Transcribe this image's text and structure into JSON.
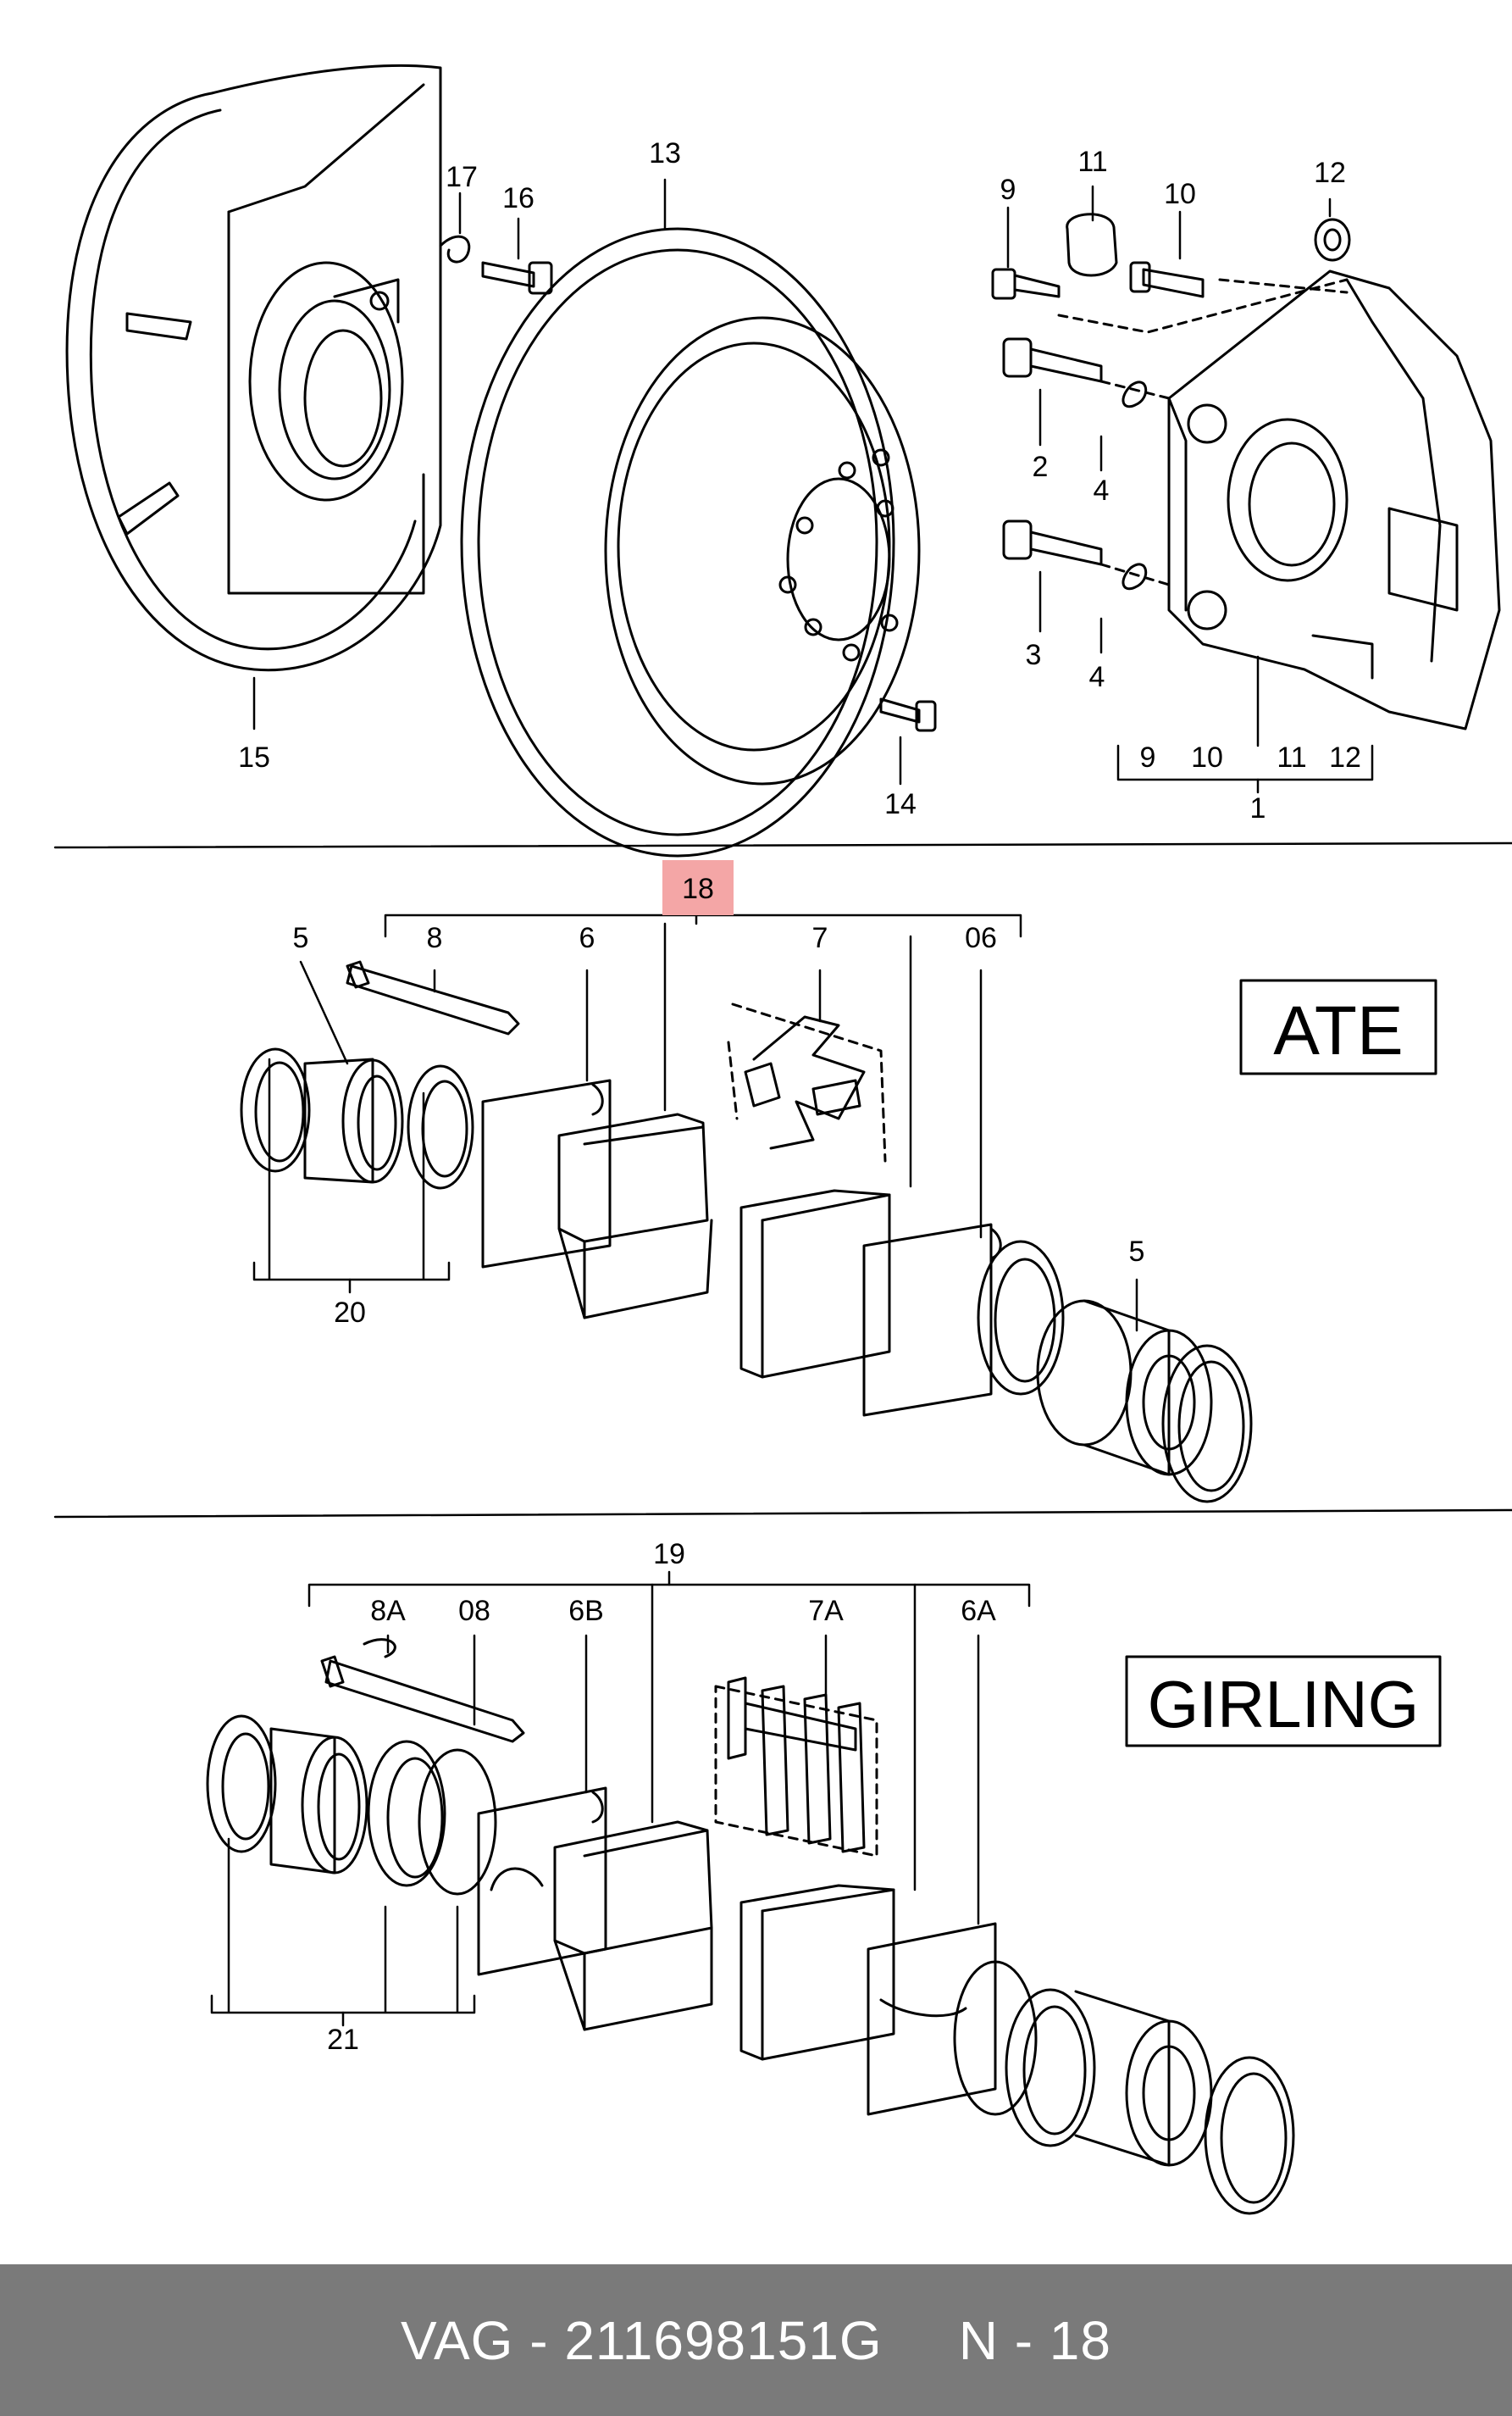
{
  "diagram": {
    "callouts_top": {
      "c13": "13",
      "c17": "17",
      "c16": "16",
      "c15": "15",
      "c14": "14",
      "c9": "9",
      "c11": "11",
      "c10": "10",
      "c12": "12",
      "c2": "2",
      "c4a": "4",
      "c3": "3",
      "c4b": "4",
      "g9": "9",
      "g10": "10",
      "g11": "11",
      "g12": "12",
      "c1": "1"
    },
    "callouts_ate": {
      "c18": "18",
      "c5a": "5",
      "c8": "8",
      "c6": "6",
      "c7": "7",
      "c06": "06",
      "c5b": "5",
      "c20": "20"
    },
    "callouts_girling": {
      "c19": "19",
      "c8A": "8A",
      "c08": "08",
      "c6B": "6B",
      "c7A": "7A",
      "c6A": "6A",
      "c21": "21"
    },
    "brand_ate": "ATE",
    "brand_girling": "GIRLING",
    "highlight_color": "#f4a6a6"
  },
  "footer": {
    "part_number": "VAG - 211698151G",
    "page_ref": "N - 18"
  }
}
